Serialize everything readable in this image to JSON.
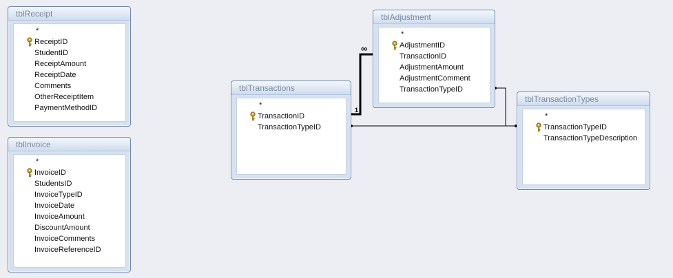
{
  "tables": [
    {
      "id": "receipt",
      "title": "tblReceipt",
      "fields": [
        {
          "name": "*",
          "pk": false
        },
        {
          "name": "ReceiptID",
          "pk": true
        },
        {
          "name": "StudentID",
          "pk": false
        },
        {
          "name": "ReceiptAmount",
          "pk": false
        },
        {
          "name": "ReceiptDate",
          "pk": false
        },
        {
          "name": "Comments",
          "pk": false
        },
        {
          "name": "OtherReceiptItem",
          "pk": false
        },
        {
          "name": "PaymentMethodID",
          "pk": false
        }
      ]
    },
    {
      "id": "invoice",
      "title": "tblInvoice",
      "fields": [
        {
          "name": "*",
          "pk": false
        },
        {
          "name": "InvoiceID",
          "pk": true
        },
        {
          "name": "StudentsID",
          "pk": false
        },
        {
          "name": "InvoiceTypeID",
          "pk": false
        },
        {
          "name": "InvoiceDate",
          "pk": false
        },
        {
          "name": "InvoiceAmount",
          "pk": false
        },
        {
          "name": "DiscountAmount",
          "pk": false
        },
        {
          "name": "InvoiceComments",
          "pk": false
        },
        {
          "name": "InvoiceReferenceID",
          "pk": false
        }
      ]
    },
    {
      "id": "transactions",
      "title": "tblTransactions",
      "fields": [
        {
          "name": "*",
          "pk": false
        },
        {
          "name": "TransactionID",
          "pk": true
        },
        {
          "name": "TransactionTypeID",
          "pk": false
        }
      ]
    },
    {
      "id": "adjustment",
      "title": "tblAdjustment",
      "fields": [
        {
          "name": "*",
          "pk": false
        },
        {
          "name": "AdjustmentID",
          "pk": true
        },
        {
          "name": "TransactionID",
          "pk": false
        },
        {
          "name": "AdjustmentAmount",
          "pk": false
        },
        {
          "name": "AdjustmentComment",
          "pk": false
        },
        {
          "name": "TransactionTypeID",
          "pk": false
        }
      ]
    },
    {
      "id": "transactiontypes",
      "title": "tblTransactionTypes",
      "fields": [
        {
          "name": "*",
          "pk": false
        },
        {
          "name": "TransactionTypeID",
          "pk": true
        },
        {
          "name": "TransactionTypeDescription",
          "pk": false
        }
      ]
    }
  ],
  "relationships": [
    {
      "from": "transactions.TransactionID",
      "to": "adjustment.TransactionID",
      "from_cardinality": "1",
      "to_cardinality": "∞"
    },
    {
      "from": "transactions.TransactionTypeID",
      "to": "transactiontypes.TransactionTypeID",
      "from_cardinality": "",
      "to_cardinality": ""
    },
    {
      "from": "adjustment.TransactionTypeID",
      "to": "transactiontypes.TransactionTypeID",
      "from_cardinality": "",
      "to_cardinality": ""
    }
  ],
  "colors": {
    "background": "#eceef3",
    "table_border": "#6f87ad",
    "title_text": "#7a8aa2",
    "key_icon": "#c9a227",
    "relationship_line": "#000000"
  },
  "icons": {
    "primary_key": "key-icon"
  }
}
